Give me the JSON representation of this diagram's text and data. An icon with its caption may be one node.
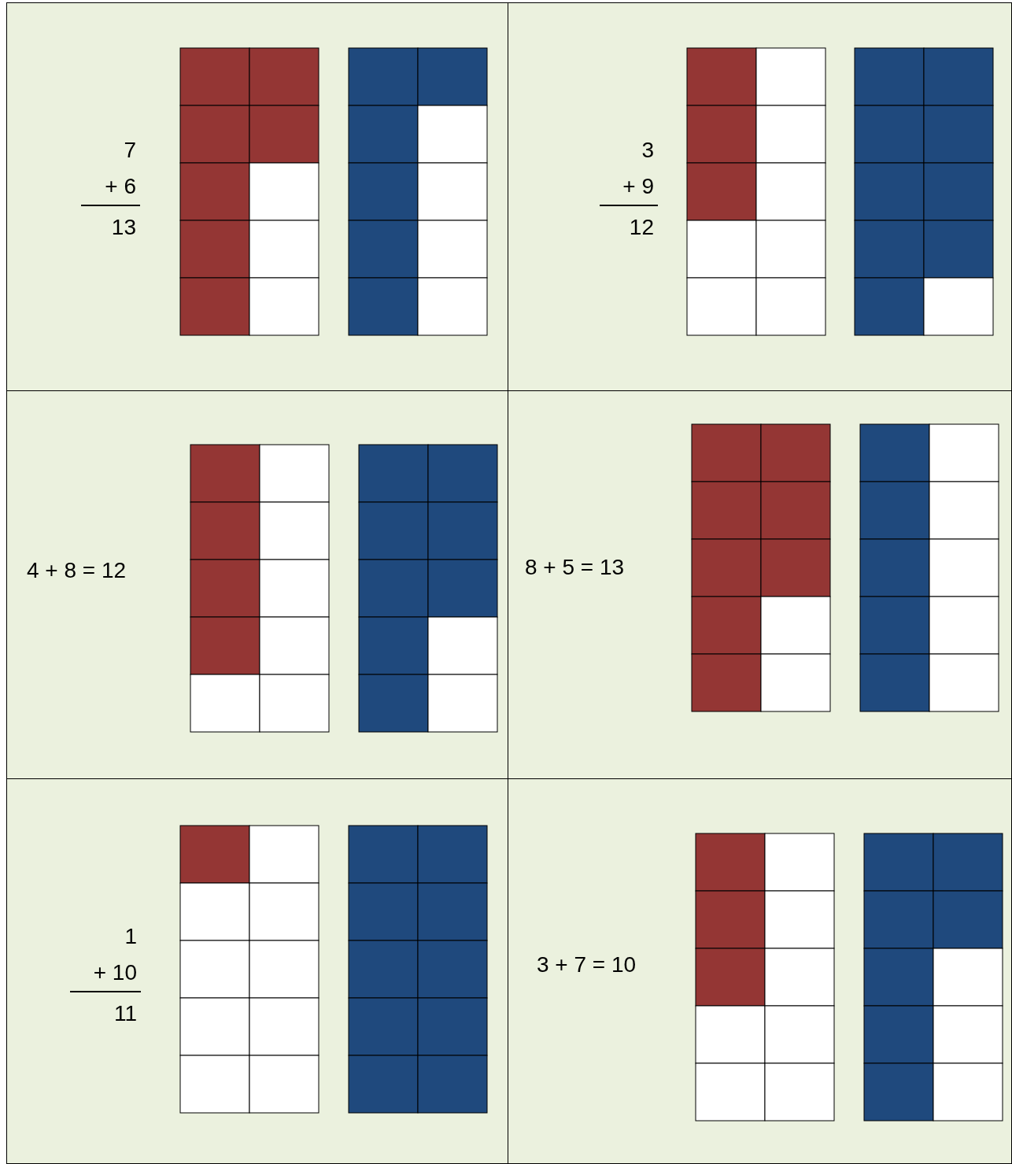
{
  "diagram": {
    "nodes": [
      {
        "text": [
          "7",
          "+ 6",
          "13"
        ]
      },
      {
        "text": [
          "3",
          "+ 9",
          "12"
        ]
      },
      {
        "text": [
          "4 + 8 = 12"
        ]
      },
      {
        "text": [
          "8 + 5 = 13"
        ]
      },
      {
        "text": [
          "1",
          "+ 10",
          "11"
        ]
      },
      {
        "text": [
          "3 + 7 = 10"
        ]
      }
    ]
  }
}
